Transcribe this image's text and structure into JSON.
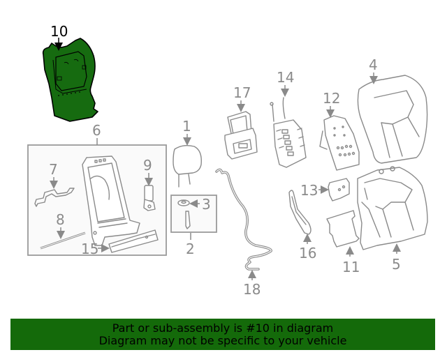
{
  "diagram": {
    "highlight_color": "#166b10",
    "line_color": "#8a8a8a",
    "parts": [
      {
        "number": "1",
        "label": "1",
        "name": "headrest"
      },
      {
        "number": "2",
        "label": "2",
        "name": "headrest-guide-kit"
      },
      {
        "number": "3",
        "label": "3",
        "name": "guide-cap"
      },
      {
        "number": "4",
        "label": "4",
        "name": "seat-back-cover"
      },
      {
        "number": "5",
        "label": "5",
        "name": "seat-back-pad"
      },
      {
        "number": "6",
        "label": "6",
        "name": "seat-back-frame-assembly"
      },
      {
        "number": "7",
        "label": "7",
        "name": "wire-bracket"
      },
      {
        "number": "8",
        "label": "8",
        "name": "rod"
      },
      {
        "number": "9",
        "label": "9",
        "name": "motor"
      },
      {
        "number": "10",
        "label": "10",
        "name": "back-panel",
        "highlighted": true
      },
      {
        "number": "11",
        "label": "11",
        "name": "support-mat"
      },
      {
        "number": "12",
        "label": "12",
        "name": "heater-element"
      },
      {
        "number": "13",
        "label": "13",
        "name": "module-bracket"
      },
      {
        "number": "14",
        "label": "14",
        "name": "lumbar-support"
      },
      {
        "number": "15",
        "label": "15",
        "name": "recliner-bracket"
      },
      {
        "number": "16",
        "label": "16",
        "name": "side-trim"
      },
      {
        "number": "17",
        "label": "17",
        "name": "control-module"
      },
      {
        "number": "18",
        "label": "18",
        "name": "wire-harness"
      }
    ]
  },
  "banner": {
    "line1": "Part or sub-assembly is #10 in diagram",
    "line2": "Diagram may not be specific to your vehicle",
    "background": "#146a0a"
  }
}
